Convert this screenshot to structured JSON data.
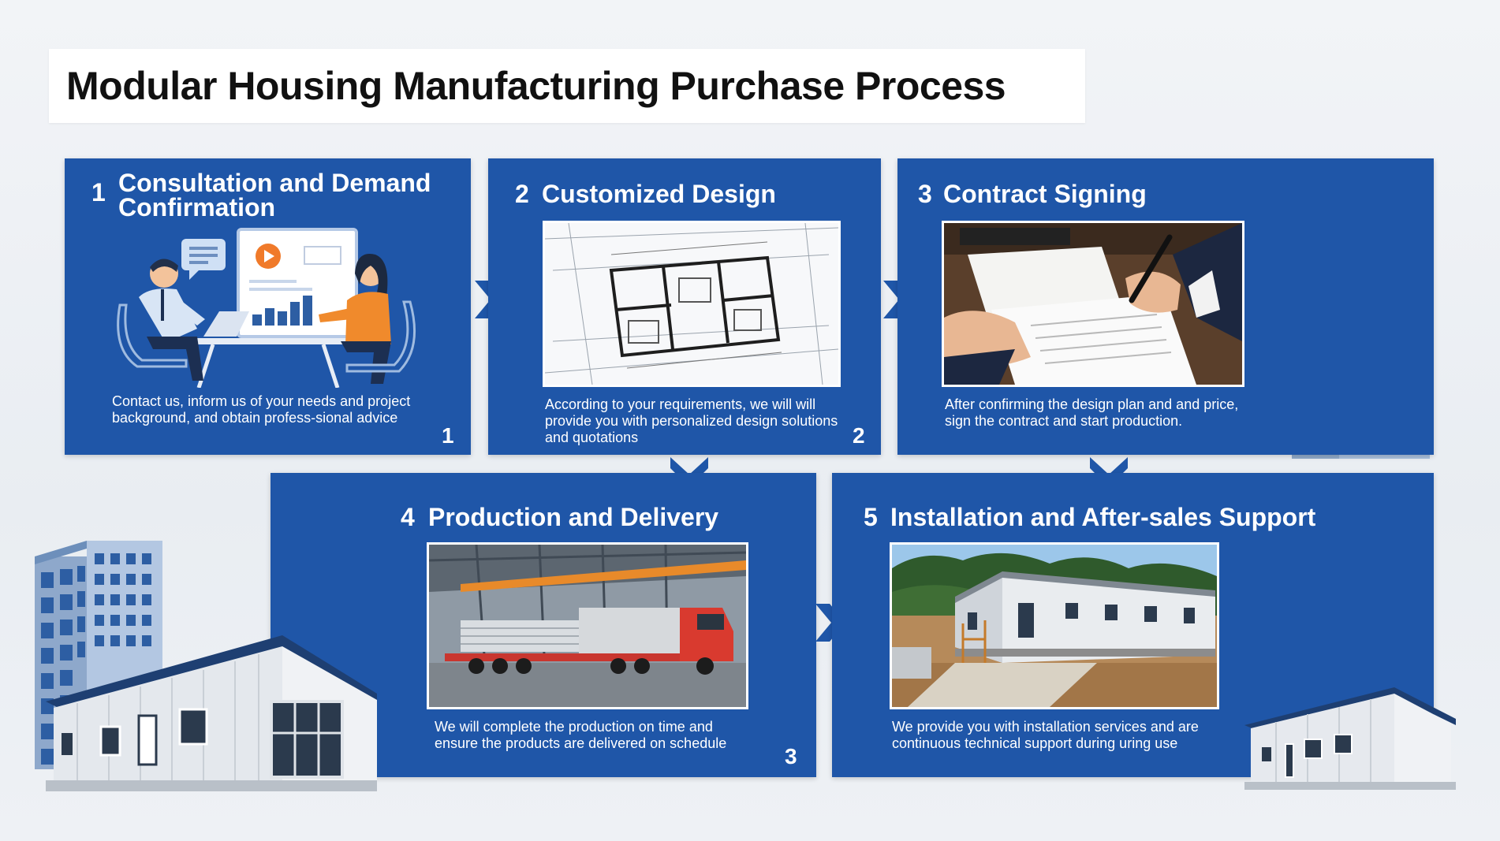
{
  "title": "Modular Housing Manufacturing Purchase Process",
  "steps": [
    {
      "number": "1",
      "heading": "Consultation and Demand Confirmation",
      "description": "Contact us, inform us of your needs and project background, and obtain profess-sional advice",
      "corner_number": "1",
      "image": "consultation-illustration"
    },
    {
      "number": "2",
      "heading": "Customized Design",
      "description": "According to your requirements, we will will provide you with personalized design solutions and quotations",
      "corner_number": "2",
      "image": "floor-plan-blueprint"
    },
    {
      "number": "3",
      "heading": "Contract Signing",
      "description": "After confirming the design plan and and price, sign the contract and start production.",
      "corner_number": "",
      "image": "contract-signing-photo"
    },
    {
      "number": "4",
      "heading": "Production and Delivery",
      "description": "We will complete the production on time and ensure the products are delivered on schedule",
      "corner_number": "3",
      "image": "factory-truck-photo"
    },
    {
      "number": "5",
      "heading": "Installation and After-sales Support",
      "description": "We provide you with installation services and are continuous technical support during uring use",
      "corner_number": "",
      "image": "modular-house-site-photo"
    }
  ],
  "colors": {
    "panel": "#1f56a8",
    "arrow": "#1f56a8",
    "background": "#eef1f5",
    "title_text": "#111111"
  },
  "icons": [
    "chevron-right-icon",
    "chevron-down-icon",
    "building-icon",
    "modular-house-icon"
  ]
}
